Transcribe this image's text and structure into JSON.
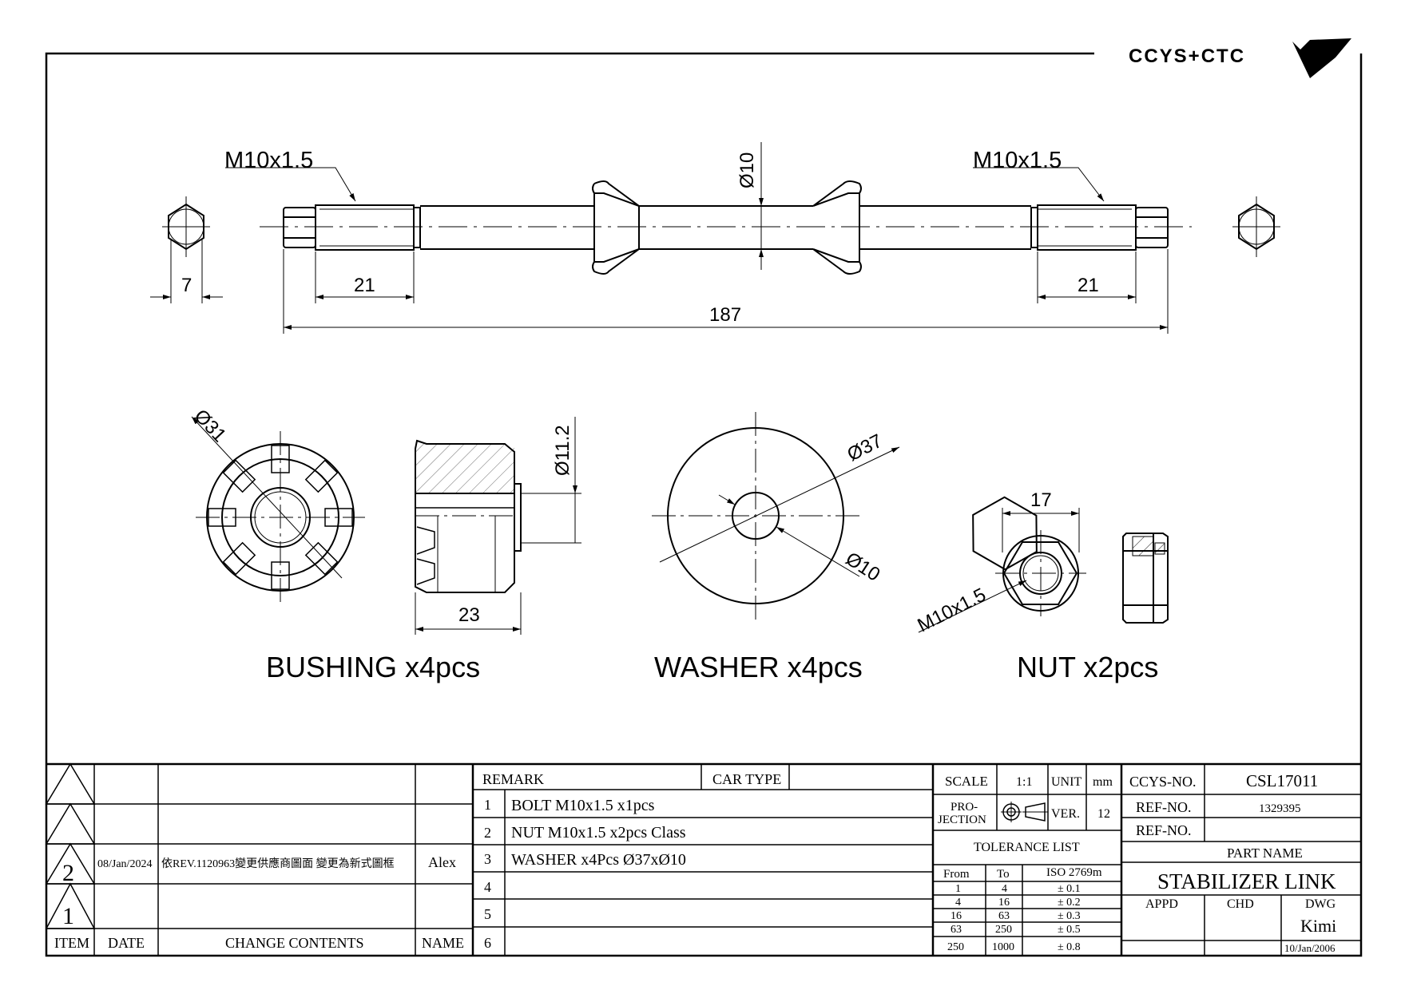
{
  "brand": {
    "logo_text": "CCYS+CTC"
  },
  "drawing": {
    "bolt": {
      "thread_left": "M10x1.5",
      "thread_right": "M10x1.5",
      "dia": "Ø10",
      "hex_width": "7",
      "thread_len_left": "21",
      "thread_len_right": "21",
      "overall_len": "187"
    },
    "bushing": {
      "od": "Ø31",
      "id": "Ø11.2",
      "length": "23",
      "caption": "BUSHING x4pcs"
    },
    "washer": {
      "od": "Ø37",
      "id": "Ø10",
      "caption": "WASHER x4pcs"
    },
    "nut": {
      "width": "17",
      "thread": "M10x1.5",
      "caption": "NUT x2pcs"
    }
  },
  "revision_table": {
    "headers": {
      "item": "ITEM",
      "date": "DATE",
      "change": "CHANGE CONTENTS",
      "name": "NAME"
    },
    "rows": [
      {
        "item": "",
        "date": "",
        "change": "",
        "name": ""
      },
      {
        "item": "",
        "date": "",
        "change": "",
        "name": ""
      },
      {
        "item": "2",
        "date": "08/Jan/2024",
        "change": "依REV.1120963變更供應商圖面 變更為新式圖框",
        "name": "Alex"
      },
      {
        "item": "1",
        "date": "",
        "change": "",
        "name": ""
      }
    ]
  },
  "remarks": {
    "header": "REMARK",
    "car_type_label": "CAR TYPE",
    "car_type": "",
    "items": [
      {
        "no": "1",
        "text": "BOLT M10x1.5 x1pcs"
      },
      {
        "no": "2",
        "text": "NUT M10x1.5 x2pcs Class"
      },
      {
        "no": "3",
        "text": "WASHER x4Pcs Ø37xØ10"
      },
      {
        "no": "4",
        "text": ""
      },
      {
        "no": "5",
        "text": ""
      },
      {
        "no": "6",
        "text": ""
      }
    ]
  },
  "specs": {
    "scale_label": "SCALE",
    "scale": "1:1",
    "unit_label": "UNIT",
    "unit": "mm",
    "projection_label_1": "PRO-",
    "projection_label_2": "JECTION",
    "ver_label": "VER.",
    "ver": "12",
    "tolerance_title": "TOLERANCE LIST",
    "tolerance_headers": [
      "From",
      "To",
      "ISO 2769m"
    ],
    "tolerance_rows": [
      [
        "1",
        "4",
        "± 0.1"
      ],
      [
        "4",
        "16",
        "± 0.2"
      ],
      [
        "16",
        "63",
        "± 0.3"
      ],
      [
        "63",
        "250",
        "± 0.5"
      ],
      [
        "250",
        "1000",
        "± 0.8"
      ]
    ]
  },
  "title_block": {
    "ccys_no_label": "CCYS-NO.",
    "ccys_no": "CSL17011",
    "ref_no_label": "REF-NO.",
    "ref_no": "1329395",
    "ref_no_label_2": "REF-NO.",
    "ref_no_2": "",
    "part_name_label": "PART NAME",
    "part_name": "STABILIZER LINK",
    "appd_label": "APPD",
    "chd_label": "CHD",
    "dwg_label": "DWG",
    "dwg_name": "Kimi",
    "dwg_date": "10/Jan/2006"
  }
}
